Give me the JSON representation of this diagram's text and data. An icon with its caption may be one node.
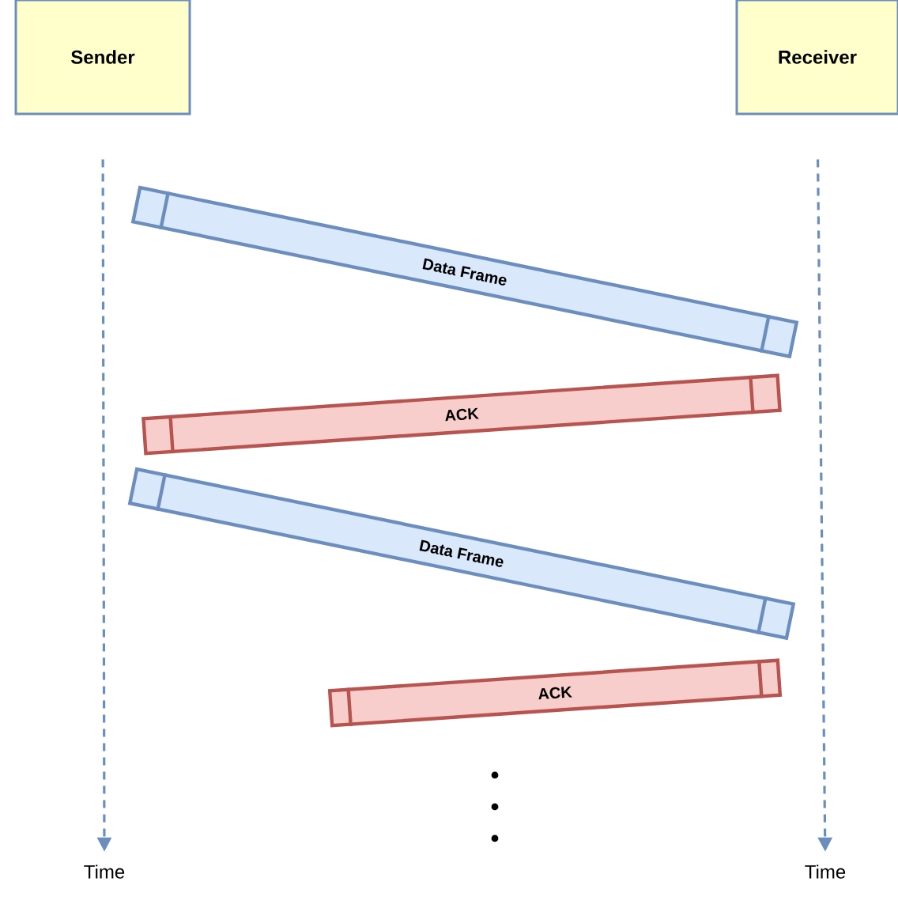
{
  "diagram": {
    "nodes": [
      {
        "text": [
          "Sender"
        ]
      },
      {
        "text": [
          "Receiver"
        ]
      },
      {
        "text": [
          "Data Frame"
        ]
      },
      {
        "text": [
          "ACK"
        ]
      },
      {
        "text": [
          "Data Frame"
        ]
      },
      {
        "text": [
          "ACK"
        ]
      },
      {
        "text": [
          "Time"
        ]
      },
      {
        "text": [
          "Time"
        ]
      }
    ],
    "edges": [
      {
        "from": 0,
        "to": 6,
        "arrow": "to",
        "style": "dashed"
      },
      {
        "from": 1,
        "to": 7,
        "arrow": "to",
        "style": "dashed"
      }
    ]
  }
}
